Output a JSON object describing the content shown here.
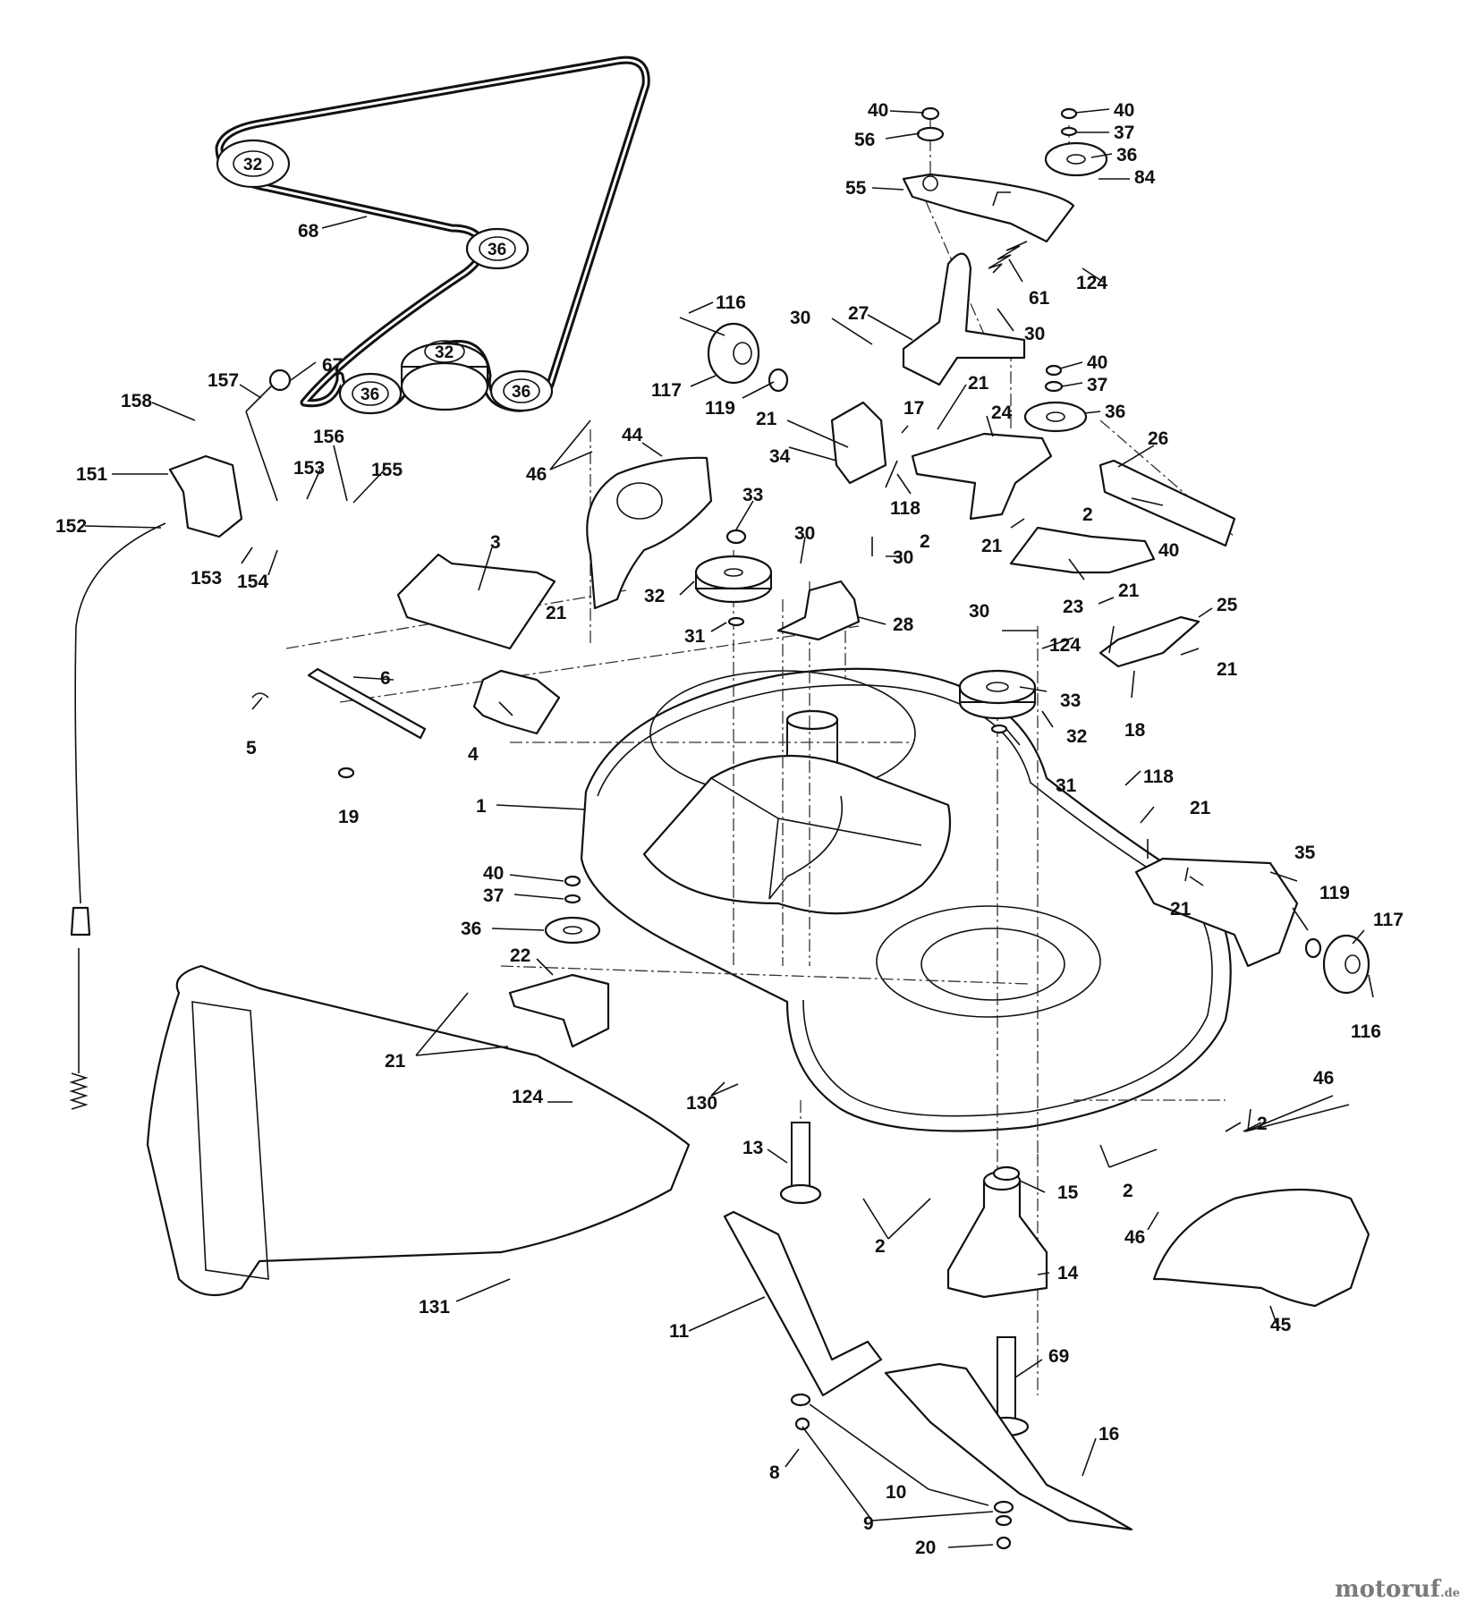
{
  "diagram": {
    "callouts": [
      {
        "id": "c-40a",
        "text": "40"
      },
      {
        "id": "c-56",
        "text": "56"
      },
      {
        "id": "c-40b",
        "text": "40"
      },
      {
        "id": "c-37a",
        "text": "37"
      },
      {
        "id": "c-36a",
        "text": "36"
      },
      {
        "id": "c-84",
        "text": "84"
      },
      {
        "id": "c-55",
        "text": "55"
      },
      {
        "id": "c-124a",
        "text": "124"
      },
      {
        "id": "c-61",
        "text": "61"
      },
      {
        "id": "c-68",
        "text": "68"
      },
      {
        "id": "c-116a",
        "text": "116"
      },
      {
        "id": "c-30a",
        "text": "30"
      },
      {
        "id": "c-27",
        "text": "27"
      },
      {
        "id": "c-30b",
        "text": "30"
      },
      {
        "id": "c-40c",
        "text": "40"
      },
      {
        "id": "c-37b",
        "text": "37"
      },
      {
        "id": "c-36b",
        "text": "36"
      },
      {
        "id": "c-67",
        "text": "67"
      },
      {
        "id": "c-157",
        "text": "157"
      },
      {
        "id": "c-158",
        "text": "158"
      },
      {
        "id": "c-117a",
        "text": "117"
      },
      {
        "id": "c-119a",
        "text": "119"
      },
      {
        "id": "c-21a",
        "text": "21"
      },
      {
        "id": "c-17",
        "text": "17"
      },
      {
        "id": "c-21b",
        "text": "21"
      },
      {
        "id": "c-24",
        "text": "24"
      },
      {
        "id": "c-26",
        "text": "26"
      },
      {
        "id": "c-156",
        "text": "156"
      },
      {
        "id": "c-153a",
        "text": "153"
      },
      {
        "id": "c-155",
        "text": "155"
      },
      {
        "id": "c-151",
        "text": "151"
      },
      {
        "id": "c-46a",
        "text": "46"
      },
      {
        "id": "c-44",
        "text": "44"
      },
      {
        "id": "c-34",
        "text": "34"
      },
      {
        "id": "c-118a",
        "text": "118"
      },
      {
        "id": "c-2a",
        "text": "2"
      },
      {
        "id": "c-40d",
        "text": "40"
      },
      {
        "id": "c-21c",
        "text": "21"
      },
      {
        "id": "c-152",
        "text": "152"
      },
      {
        "id": "c-33a",
        "text": "33"
      },
      {
        "id": "c-30c",
        "text": "30"
      },
      {
        "id": "c-2b",
        "text": "2"
      },
      {
        "id": "c-30d",
        "text": "30"
      },
      {
        "id": "c-153b",
        "text": "153"
      },
      {
        "id": "c-154",
        "text": "154"
      },
      {
        "id": "c-3",
        "text": "3"
      },
      {
        "id": "c-32a",
        "text": "32"
      },
      {
        "id": "c-23",
        "text": "23"
      },
      {
        "id": "c-21d",
        "text": "21"
      },
      {
        "id": "c-25",
        "text": "25"
      },
      {
        "id": "c-21e",
        "text": "21"
      },
      {
        "id": "c-28",
        "text": "28"
      },
      {
        "id": "c-31a",
        "text": "31"
      },
      {
        "id": "c-30e",
        "text": "30"
      },
      {
        "id": "c-124b",
        "text": "124"
      },
      {
        "id": "c-21f",
        "text": "21"
      },
      {
        "id": "c-6",
        "text": "6"
      },
      {
        "id": "c-33b",
        "text": "33"
      },
      {
        "id": "c-18",
        "text": "18"
      },
      {
        "id": "c-32b",
        "text": "32"
      },
      {
        "id": "c-5",
        "text": "5"
      },
      {
        "id": "c-4",
        "text": "4"
      },
      {
        "id": "c-31b",
        "text": "31"
      },
      {
        "id": "c-118b",
        "text": "118"
      },
      {
        "id": "c-19",
        "text": "19"
      },
      {
        "id": "c-1",
        "text": "1"
      },
      {
        "id": "c-21g",
        "text": "21"
      },
      {
        "id": "c-35",
        "text": "35"
      },
      {
        "id": "c-40e",
        "text": "40"
      },
      {
        "id": "c-37c",
        "text": "37"
      },
      {
        "id": "c-21h",
        "text": "21"
      },
      {
        "id": "c-119b",
        "text": "119"
      },
      {
        "id": "c-117b",
        "text": "117"
      },
      {
        "id": "c-36c",
        "text": "36"
      },
      {
        "id": "c-22",
        "text": "22"
      },
      {
        "id": "c-116b",
        "text": "116"
      },
      {
        "id": "c-21i",
        "text": "21"
      },
      {
        "id": "c-124c",
        "text": "124"
      },
      {
        "id": "c-130",
        "text": "130"
      },
      {
        "id": "c-46b",
        "text": "46"
      },
      {
        "id": "c-2c",
        "text": "2"
      },
      {
        "id": "c-13",
        "text": "13"
      },
      {
        "id": "c-2d",
        "text": "2"
      },
      {
        "id": "c-15",
        "text": "15"
      },
      {
        "id": "c-2e",
        "text": "2"
      },
      {
        "id": "c-46c",
        "text": "46"
      },
      {
        "id": "c-14",
        "text": "14"
      },
      {
        "id": "c-131",
        "text": "131"
      },
      {
        "id": "c-45",
        "text": "45"
      },
      {
        "id": "c-11",
        "text": "11"
      },
      {
        "id": "c-69",
        "text": "69"
      },
      {
        "id": "c-16",
        "text": "16"
      },
      {
        "id": "c-8",
        "text": "8"
      },
      {
        "id": "c-10",
        "text": "10"
      },
      {
        "id": "c-9",
        "text": "9"
      },
      {
        "id": "c-20",
        "text": "20"
      }
    ],
    "pulley_labels": [
      {
        "id": "p-32a",
        "text": "32"
      },
      {
        "id": "p-36a",
        "text": "36"
      },
      {
        "id": "p-32b",
        "text": "32"
      },
      {
        "id": "p-36b",
        "text": "36"
      },
      {
        "id": "p-36c",
        "text": "36"
      }
    ]
  },
  "watermark": {
    "brand": "motoruf",
    "tld": ".de"
  }
}
